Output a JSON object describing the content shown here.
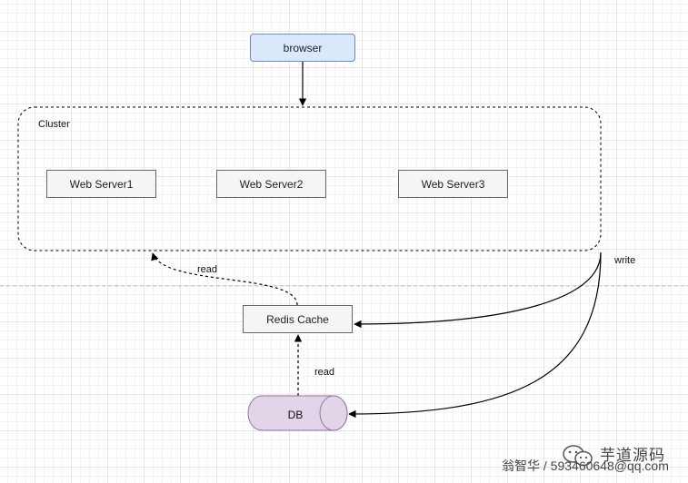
{
  "diagram": {
    "browser": "browser",
    "cluster": "Cluster",
    "servers": [
      "Web Server1",
      "Web Server2",
      "Web Server3"
    ],
    "redis": "Redis Cache",
    "db": "DB",
    "edges": {
      "cluster_read": "read",
      "db_read": "read",
      "write": "write"
    }
  },
  "watermark": {
    "brand": "芋道源码",
    "handle": "翁智华 / 593460648@qq.com"
  },
  "colors": {
    "browser_fill": "#dae8fc",
    "browser_stroke": "#6c8ebf",
    "db_fill": "#e1d5e7",
    "db_stroke": "#9673a6",
    "box_fill": "#f5f5f5"
  }
}
